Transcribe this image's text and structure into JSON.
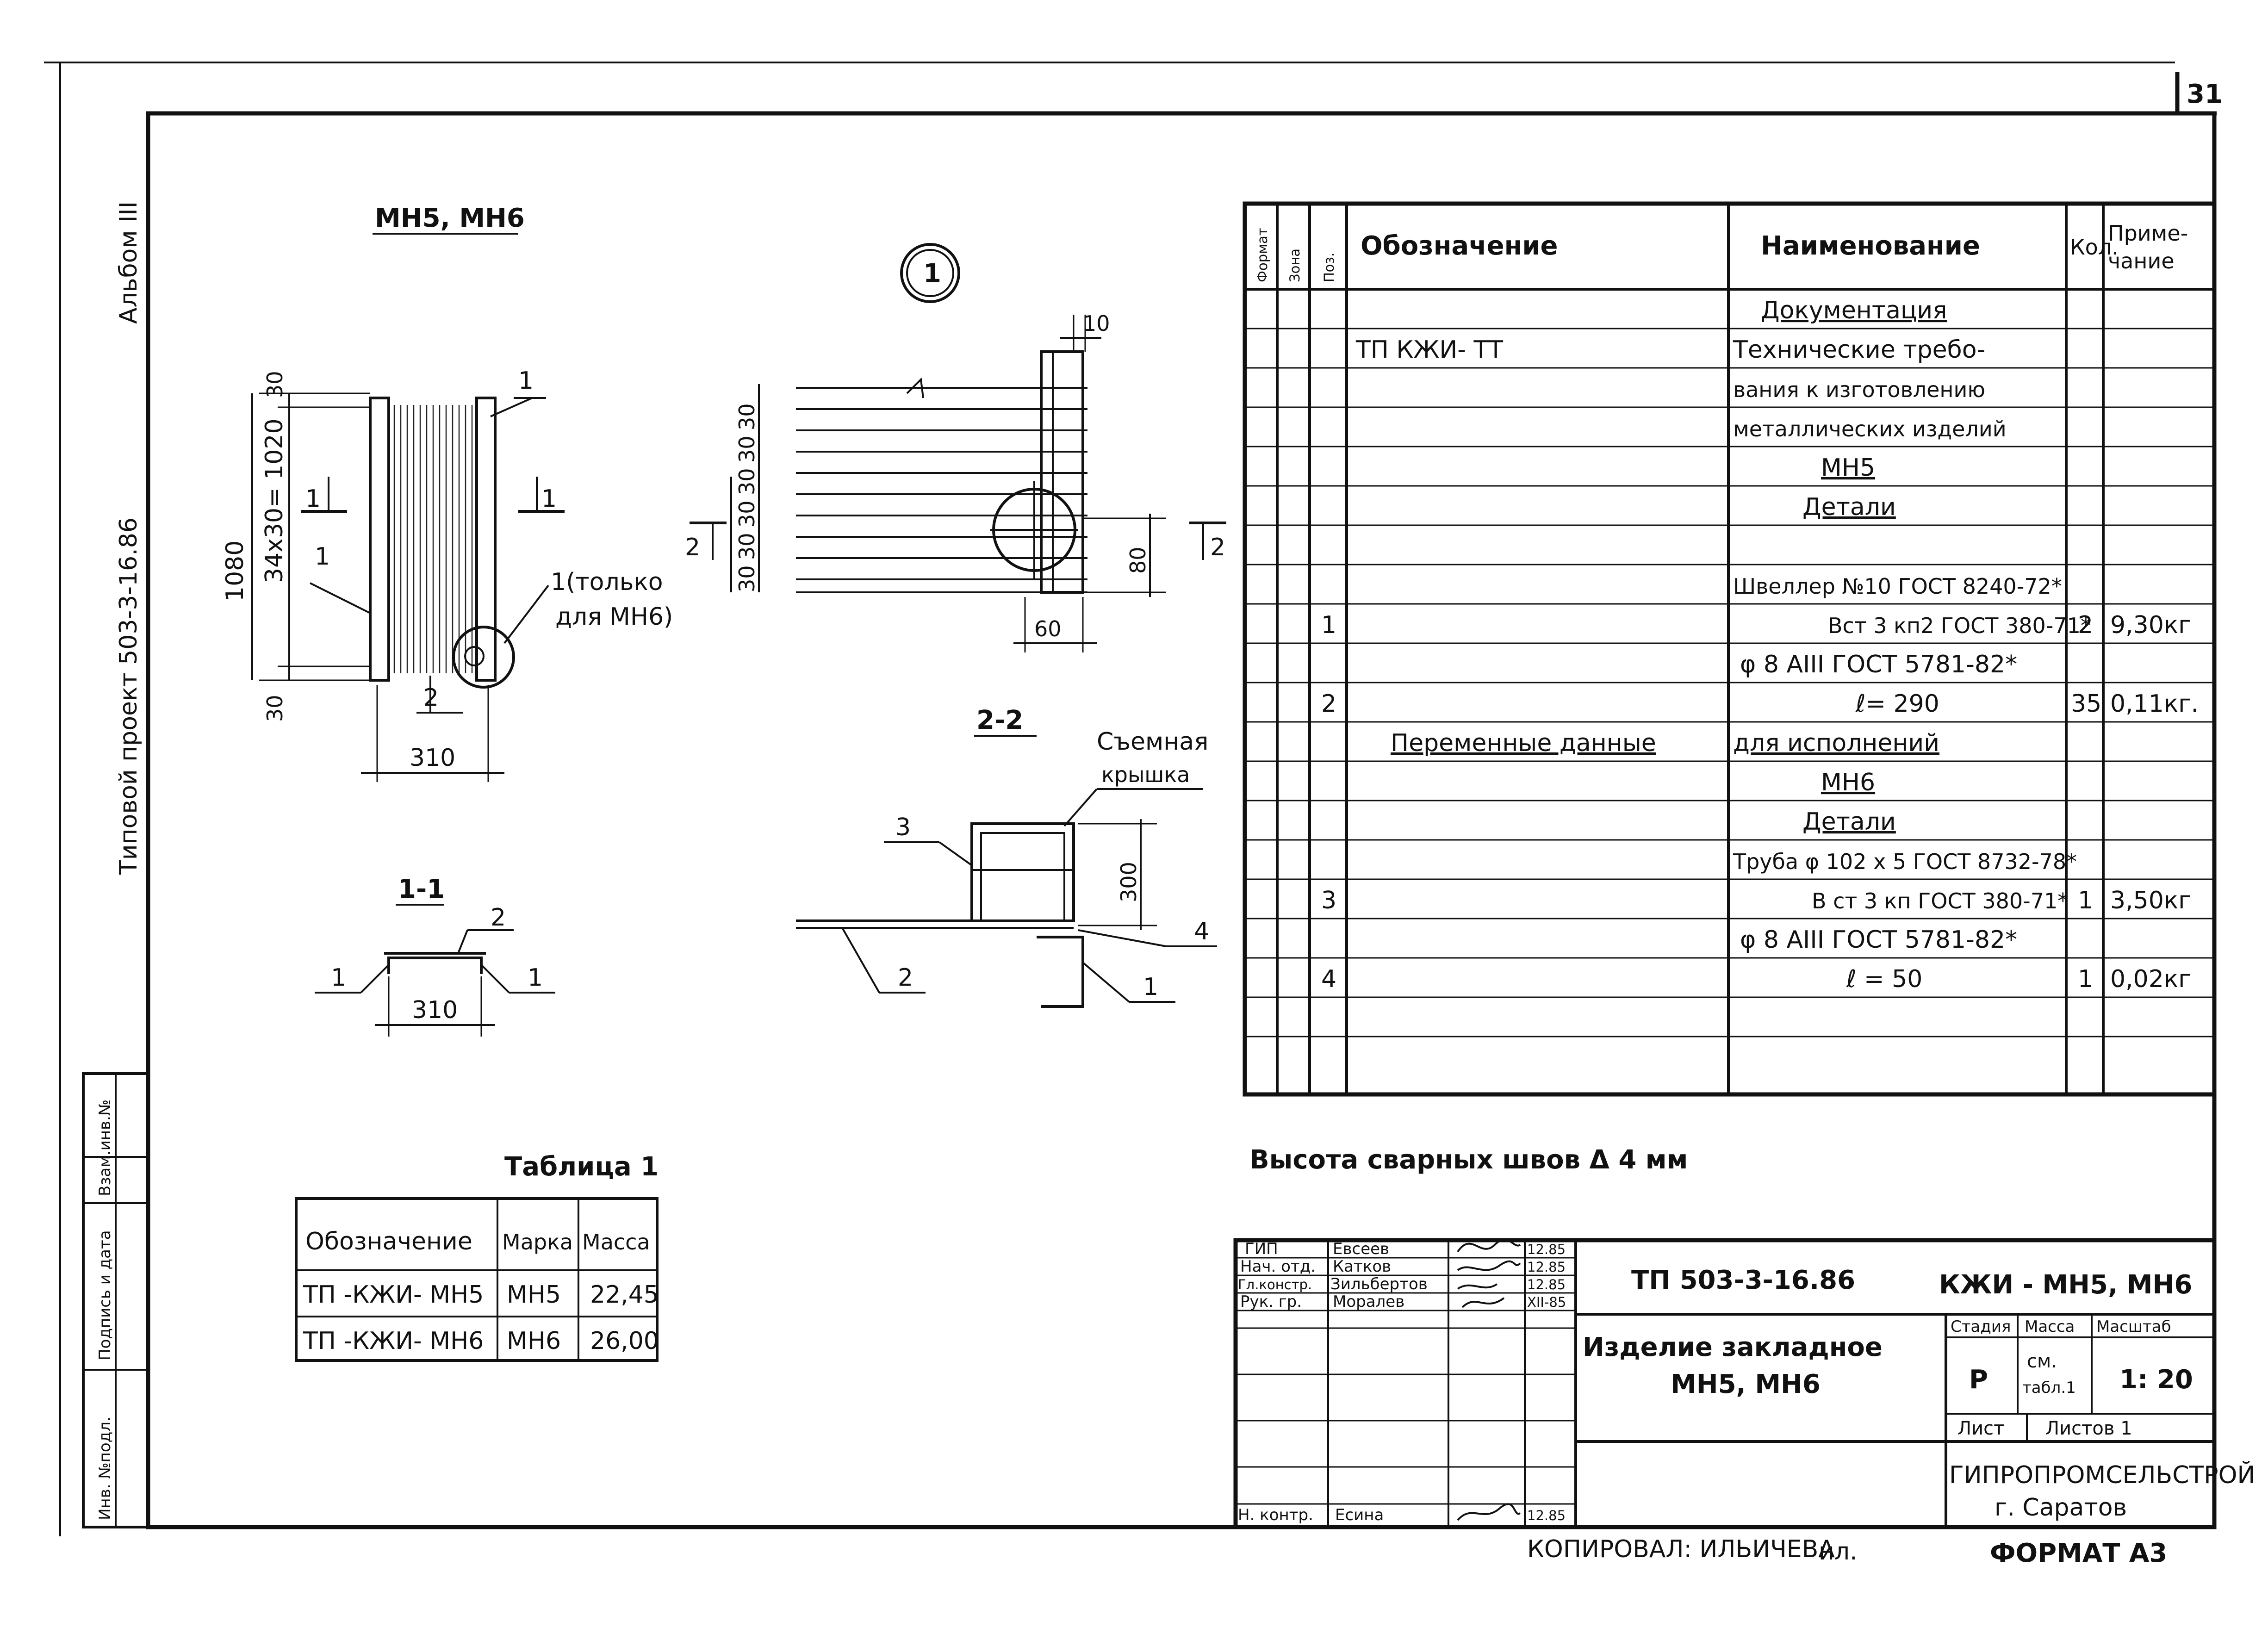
{
  "sheet": {
    "page_number": "31",
    "album": "Альбом III",
    "project": "Типовой проект 503-3-16.86",
    "fmt_label": "ФОРМАТ А3",
    "copied": "КОПИРОВАЛ: ИЛЬИЧЕВА",
    "copier_initial": "ил.",
    "weld_note": "Высота сварных швов Δ 4 мм"
  },
  "sidebar": {
    "cells": [
      "Инв. №подл.",
      "Подпись и дата",
      "Взам.инв.№"
    ]
  },
  "drawing": {
    "plan_title": "МН5, МН6",
    "callout": "1",
    "section_1_1": "1-1",
    "section_2_2": "2-2",
    "dims": {
      "d30_top": "30",
      "d34x30": "34x30= 1020",
      "d1080": "1080",
      "d30_bot": "30",
      "d310_plan": "310",
      "d310_sec": "310",
      "d10": "10",
      "d80": "80",
      "d60": "60",
      "d300": "300",
      "left_stack": [
        "30",
        "30",
        "30",
        "30",
        "30",
        "30"
      ]
    },
    "labels": {
      "pos1": "1",
      "pos2": "2",
      "pos3": "3",
      "pos4": "4",
      "sec1_left": "1",
      "sec1_right": "1",
      "sec2_left": "2",
      "sec2_right": "2",
      "only_mn6_line1": "1(только",
      "only_mn6_line2": "для МН6)",
      "lid_line1": "Съемная",
      "lid_line2": "крышка"
    }
  },
  "table1": {
    "title": "Таблица 1",
    "headers": [
      "Обозначение",
      "Марка",
      "Масса"
    ],
    "rows": [
      [
        "ТП -КЖИ- МН5",
        "МН5",
        "22,45"
      ],
      [
        "ТП -КЖИ- МН6",
        "МН6",
        "26,00"
      ]
    ]
  },
  "spec": {
    "headers": {
      "format": "Формат",
      "zone": "Зона",
      "pos": "Поз.",
      "designation": "Обозначение",
      "name": "Наименование",
      "qty": "Кол.",
      "note_line1": "Приме-",
      "note_line2": "чание"
    },
    "rows": [
      {
        "pos": "",
        "des": "",
        "name": "Документация",
        "name_ul": true,
        "qty": "",
        "note": ""
      },
      {
        "pos": "",
        "des": "ТП КЖИ- ТТ",
        "name": "Технические требо-",
        "qty": "",
        "note": ""
      },
      {
        "pos": "",
        "des": "",
        "name": "вания к изготовлению",
        "qty": "",
        "note": ""
      },
      {
        "pos": "",
        "des": "",
        "name": "металлических изделий",
        "qty": "",
        "note": ""
      },
      {
        "pos": "",
        "des": "",
        "name": "МН5",
        "name_ul": true,
        "qty": "",
        "note": ""
      },
      {
        "pos": "",
        "des": "",
        "name": "Детали",
        "name_ul": true,
        "qty": "",
        "note": ""
      },
      {
        "pos": "",
        "des": "",
        "name": "",
        "qty": "",
        "note": ""
      },
      {
        "pos": "",
        "des": "",
        "name": "Швеллер №10 ГОСТ 8240-72*",
        "qty": "",
        "note": ""
      },
      {
        "pos": "1",
        "des": "",
        "name": "Вст 3 кп2 ГОСТ 380-71*",
        "qty": "2",
        "note": "9,30кг"
      },
      {
        "pos": "",
        "des": "",
        "name": "φ 8 АIII ГОСТ 5781-82*",
        "qty": "",
        "note": ""
      },
      {
        "pos": "2",
        "des": "",
        "name": "ℓ= 290",
        "qty": "35",
        "note": "0,11кг."
      },
      {
        "pos": "",
        "des": "Переменные данные",
        "des_ul": true,
        "name": "для исполнений",
        "name_ul": true,
        "qty": "",
        "note": ""
      },
      {
        "pos": "",
        "des": "",
        "name": "МН6",
        "name_ul": true,
        "qty": "",
        "note": ""
      },
      {
        "pos": "",
        "des": "",
        "name": "Детали",
        "name_ul": true,
        "qty": "",
        "note": ""
      },
      {
        "pos": "",
        "des": "",
        "name": "Труба φ 102 х 5 ГОСТ 8732-78*",
        "qty": "",
        "note": ""
      },
      {
        "pos": "3",
        "des": "",
        "name": "В ст 3 кп ГОСТ 380-71*",
        "qty": "1",
        "note": "3,50кг"
      },
      {
        "pos": "",
        "des": "",
        "name": "φ 8 АIII ГОСТ 5781-82*",
        "qty": "",
        "note": ""
      },
      {
        "pos": "4",
        "des": "",
        "name": "ℓ = 50",
        "qty": "1",
        "note": "0,02кг"
      },
      {
        "pos": "",
        "des": "",
        "name": "",
        "qty": "",
        "note": ""
      }
    ]
  },
  "title_block": {
    "code": "ТП 503-3-16.86",
    "code_right": "КЖИ - МН5, МН6",
    "item_line1": "Изделие закладное",
    "item_line2": "МН5, МН6",
    "stage_hdr": "Стадия",
    "mass_hdr": "Масса",
    "scale_hdr": "Масштаб",
    "stage": "Р",
    "mass_line1": "см.",
    "mass_line2": "табл.1",
    "scale": "1: 20",
    "sheet_hdr": "Лист",
    "sheets_hdr": "Листов 1",
    "org_line1": "ГИПРОПРОМСЕЛЬСТРОЙ",
    "org_line2": "г. Саратов",
    "people": [
      {
        "role": "ГИП",
        "name": "Евсеев",
        "date": "12.85"
      },
      {
        "role": "Нач. отд.",
        "name": "Катков",
        "date": "12.85"
      },
      {
        "role": "Гл.констр.",
        "name": "Зильбертов",
        "date": "12.85"
      },
      {
        "role": "Рук. гр.",
        "name": "Моралев",
        "date": "XII-85"
      },
      {
        "role": "Н. контр.",
        "name": "Есина",
        "date": "12.85"
      }
    ]
  }
}
